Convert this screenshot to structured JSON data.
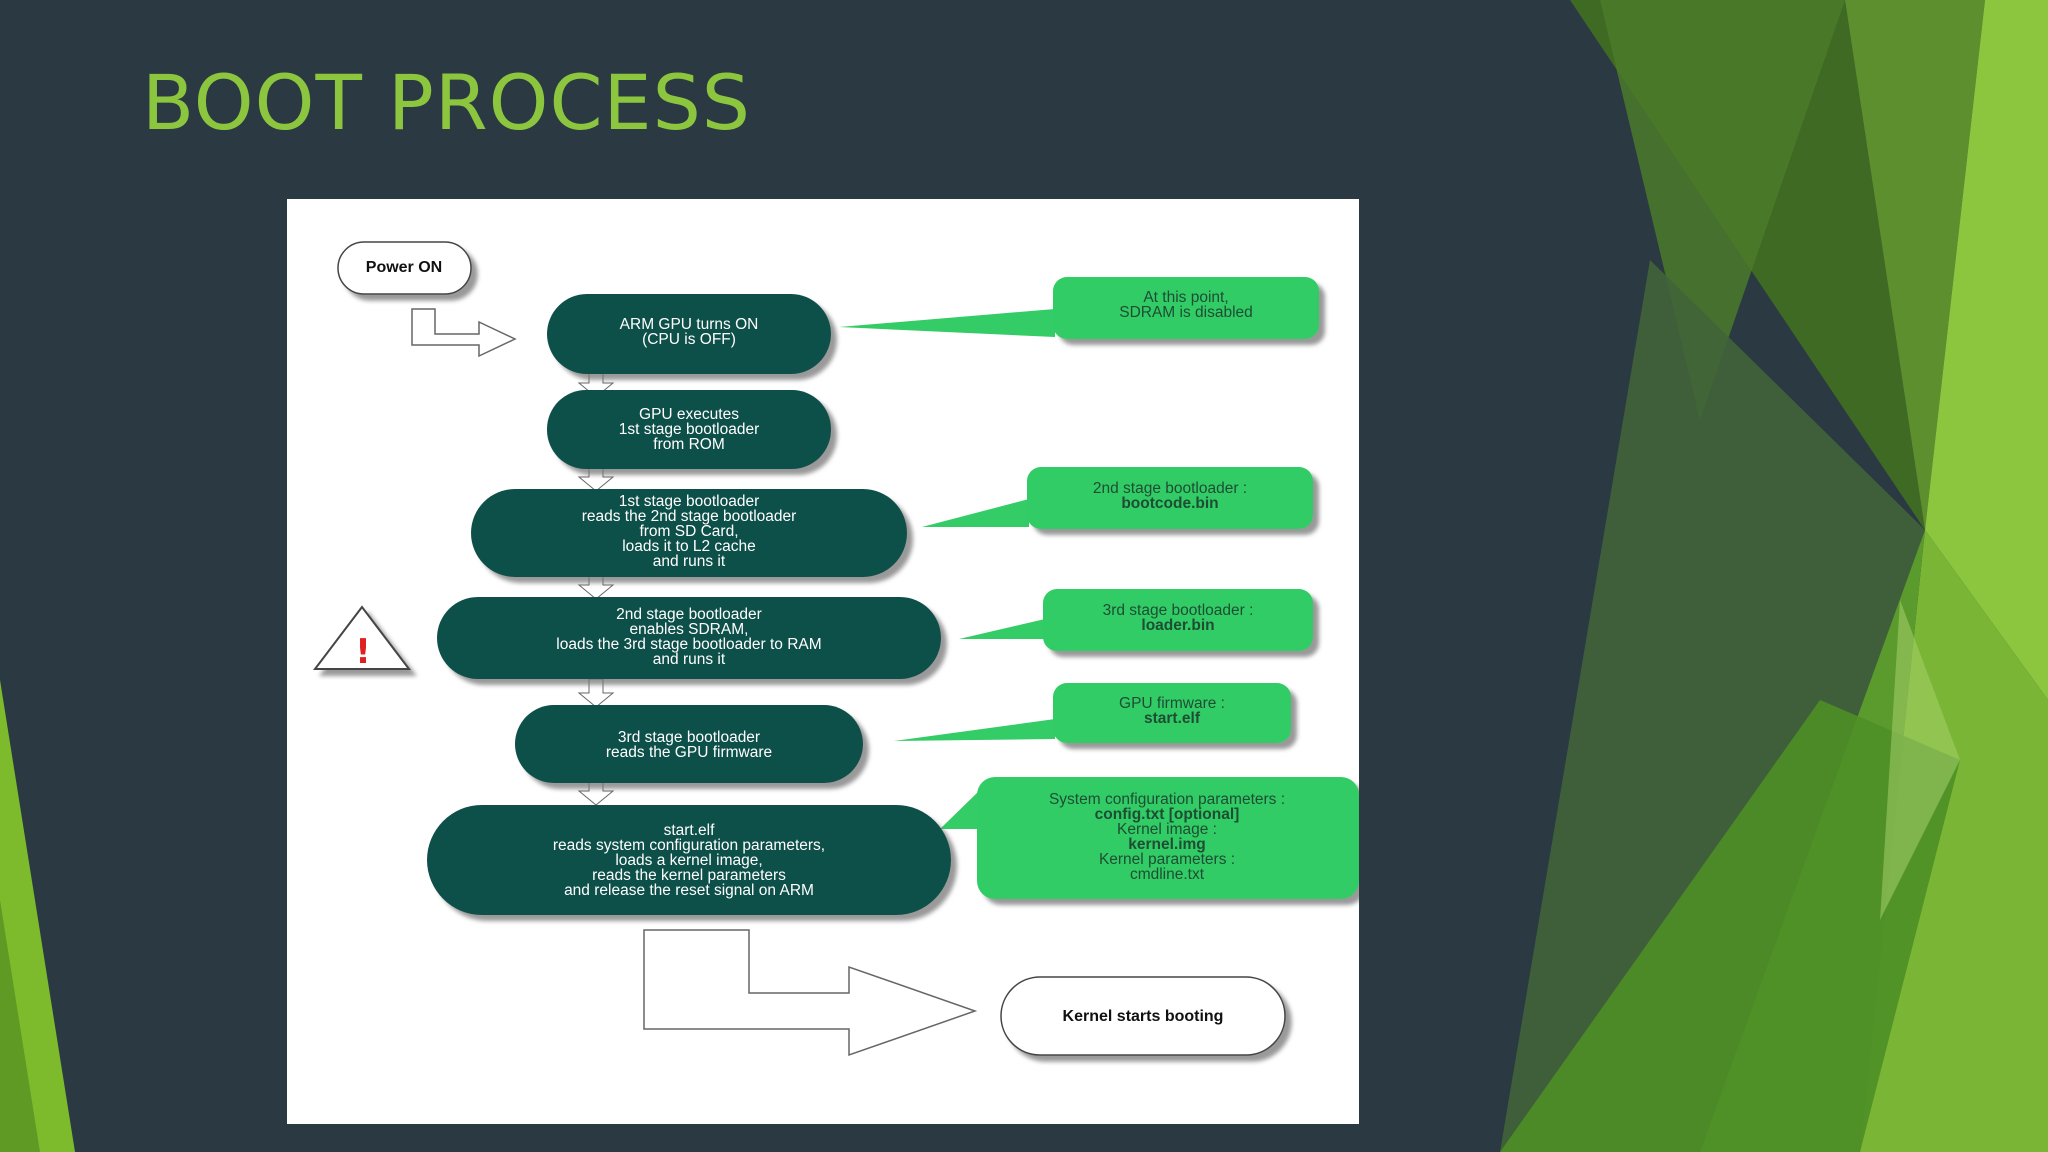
{
  "slide": {
    "title": "BOOT PROCESS"
  },
  "colors": {
    "background": "#2b3a42",
    "title": "#8cc63f",
    "node_fill": "#0d4f4a",
    "callout_fill": "#33cc66",
    "accent_green": "#7dbb2c"
  },
  "diagram": {
    "start": {
      "label": "Power ON"
    },
    "steps": [
      {
        "lines": [
          "ARM GPU turns ON",
          "(CPU is OFF)"
        ]
      },
      {
        "lines": [
          "GPU executes",
          "1st stage bootloader",
          "from ROM"
        ]
      },
      {
        "lines": [
          "1st stage bootloader",
          "reads the 2nd stage bootloader",
          "from SD Card,",
          "loads it to L2 cache",
          "and runs it"
        ]
      },
      {
        "lines": [
          "2nd stage bootloader",
          "enables SDRAM,",
          "loads the 3rd stage bootloader to RAM",
          "and runs it"
        ]
      },
      {
        "lines": [
          "3rd stage bootloader",
          "reads the GPU firmware"
        ]
      },
      {
        "lines": [
          "start.elf",
          "reads system configuration parameters,",
          "loads a kernel image,",
          "reads the kernel parameters",
          "and release the reset signal on ARM"
        ]
      }
    ],
    "callouts": [
      {
        "lines": [
          "At this point,",
          "SDRAM is disabled"
        ]
      },
      {
        "lines": [
          "2nd stage bootloader :",
          "bootcode.bin"
        ]
      },
      {
        "lines": [
          "3rd stage bootloader :",
          "loader.bin"
        ]
      },
      {
        "lines": [
          "GPU firmware :",
          "start.elf"
        ]
      },
      {
        "lines": [
          "System configuration parameters :",
          "config.txt [optional]",
          "Kernel image :",
          "kernel.img",
          "Kernel parameters :",
          "cmdline.txt"
        ]
      }
    ],
    "warning": {
      "symbol": "!"
    },
    "end": {
      "label": "Kernel starts booting"
    }
  }
}
